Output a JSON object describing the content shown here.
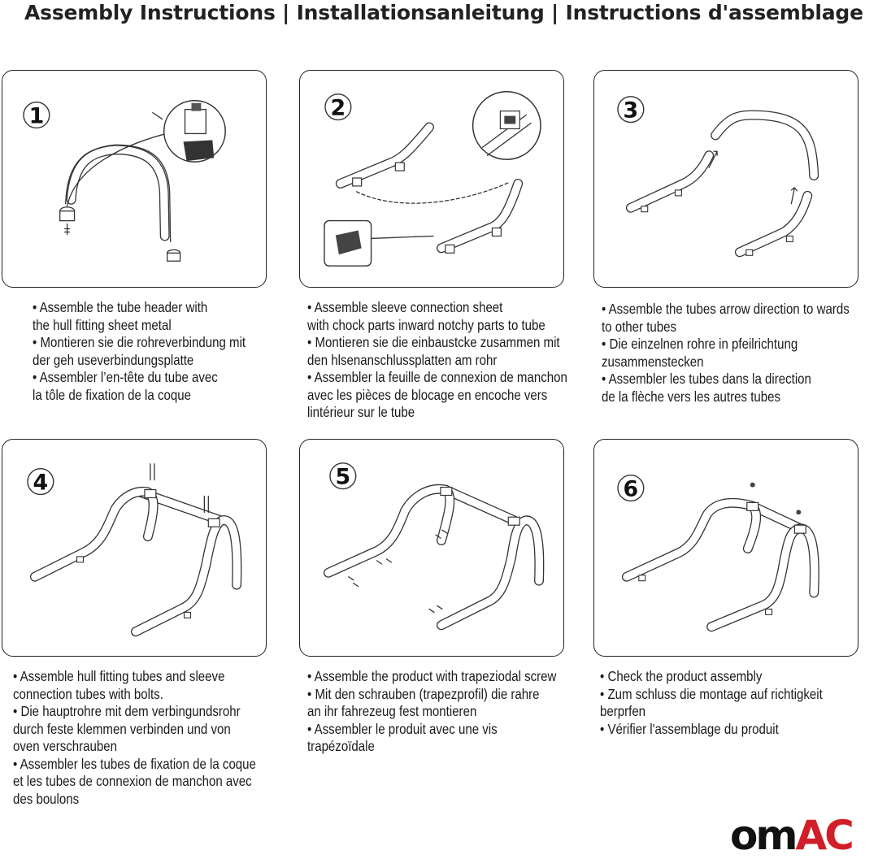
{
  "header": {
    "title": "Assembly Instructions | Installationsanleitung | Instructions d'assemblage"
  },
  "steps": [
    {
      "number": "1",
      "lines": [
        "• Assemble the tube header with",
        "the hull fitting sheet metal",
        "• Montieren sie die rohreverbindung mit",
        "der geh useverbindungsplatte",
        "• Assembler l’en-tête du tube avec",
        "la tôle de fixation de la coque"
      ]
    },
    {
      "number": "2",
      "lines": [
        "• Assemble sleeve connection sheet",
        "with chock parts inward notchy parts to tube",
        "• Montieren sie die einbaustcke zusammen mit",
        "den hlsenanschlussplatten am rohr",
        "• Assembler la feuille de connexion de manchon",
        "avec les pièces de blocage en encoche vers",
        "lintérieur sur le tube"
      ]
    },
    {
      "number": "3",
      "lines": [
        "• Assemble the tubes arrow direction to wards",
        "to other tubes",
        "• Die einzelnen rohre in pfeilrichtung",
        "zusammenstecken",
        "• Assembler les tubes dans la direction",
        "de la flèche vers les autres tubes"
      ]
    },
    {
      "number": "4",
      "lines": [
        "• Assemble hull fitting tubes and sleeve",
        "connection tubes with bolts.",
        "• Die hauptrohre mit dem verbingundsrohr",
        "durch feste klemmen verbinden und von",
        "oven verschrauben",
        "• Assembler les tubes de fixation de la coque",
        "et les tubes de connexion de manchon avec",
        "des boulons"
      ]
    },
    {
      "number": "5",
      "lines": [
        "• Assemble the product with trapeziodal screw",
        "• Mit den schrauben (trapezprofil) die rahre",
        "an ihr fahrezeug fest montieren",
        "• Assembler le produit avec une vis",
        "trapézoïdale"
      ]
    },
    {
      "number": "6",
      "lines": [
        "• Check the product assembly",
        "• Zum schluss die montage auf richtigkeit",
        "berprfen",
        "• Vérifier l'assemblage du produit"
      ]
    }
  ],
  "logo": {
    "part1": "om",
    "part2": "AC",
    "part2_color": "#d01f28"
  }
}
